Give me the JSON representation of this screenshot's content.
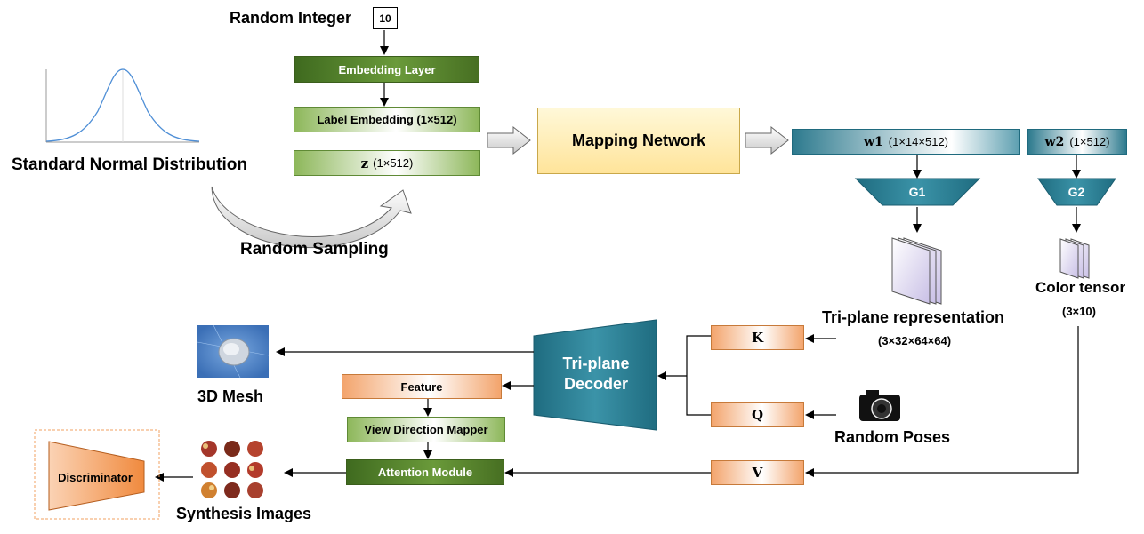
{
  "labels": {
    "random_integer": "Random Integer",
    "random_integer_value": "10",
    "standard_normal": "Standard Normal Distribution",
    "random_sampling": "Random Sampling",
    "triplane_repr": "Tri-plane representation",
    "triplane_shape": "(3×32×64×64)",
    "color_tensor": "Color tensor",
    "color_shape": "(3×10)",
    "mesh": "3D Mesh",
    "random_poses": "Random Poses",
    "synthesis": "Synthesis Images"
  },
  "boxes": {
    "embedding_layer": "Embedding Layer",
    "label_embedding": "Label Embedding (1×512)",
    "z_symbol": "z",
    "z_shape": "(1×512)",
    "mapping_network": "Mapping Network",
    "w1_symbol": "w1",
    "w1_shape": "(1×14×512)",
    "w2_symbol": "w2",
    "w2_shape": "(1×512)",
    "g1": "G1",
    "g2": "G2",
    "decoder_line1": "Tri-plane",
    "decoder_line2": "Decoder",
    "k": "K",
    "q": "Q",
    "v": "V",
    "feature": "Feature",
    "view_mapper": "View Direction Mapper",
    "attention": "Attention Module",
    "discriminator": "Discriminator"
  },
  "colors": {
    "dark_green": "#4f7a2a",
    "light_green": "#8db75a",
    "mapping_yellow": "#ffe699",
    "teal": "#2d7a8e",
    "orange": "#f3a46c",
    "curve_blue": "#4f8fd6"
  }
}
